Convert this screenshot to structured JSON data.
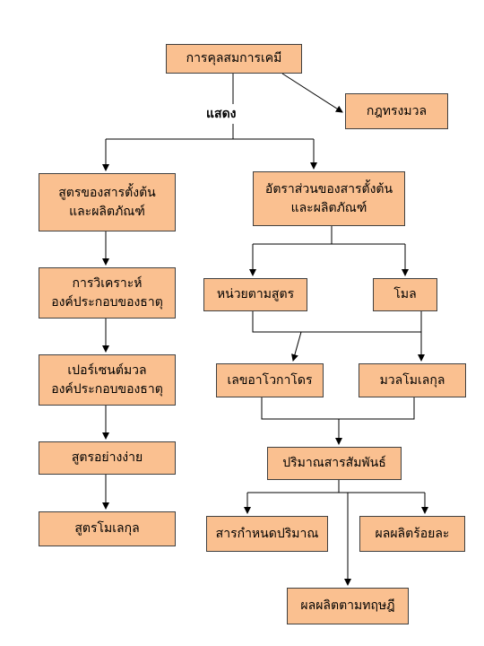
{
  "colors": {
    "node_fill": "#fac090",
    "node_border": "#404040",
    "line": "#000000"
  },
  "nodes": {
    "mixing": "การคุลสมการเคมี",
    "law": "กฎทรงมวล",
    "formula_reactants": "สูตรของสารตั้งต้น\nและผลิตภัณฑ์",
    "ratio_reactants": "อัตราส่วนของสารตั้งต้น\nและผลิตภัณฑ์",
    "analysis": "การวิเคราะห์\nองค์ประกอบของธาตุ",
    "formula_unit": "หน่วยตามสูตร",
    "mole": "โมล",
    "percent_mass": "เปอร์เซนต์มวล\nองค์ประกอบของธาตุ",
    "avogadro": "เลขอาโวกาโดร",
    "molar_mass": "มวลโมเลกุล",
    "empirical": "สูตรอย่างง่าย",
    "stoichiometry": "ปริมาณสารสัมพันธ์",
    "molecular": "สูตรโมเลกุล",
    "limiting": "สารกำหนดปริมาณ",
    "percent_yield": "ผลผลิตร้อยละ",
    "theoretical_yield": "ผลผลิตตามทฤษฎี"
  },
  "labels": {
    "shows": "แสดง"
  }
}
